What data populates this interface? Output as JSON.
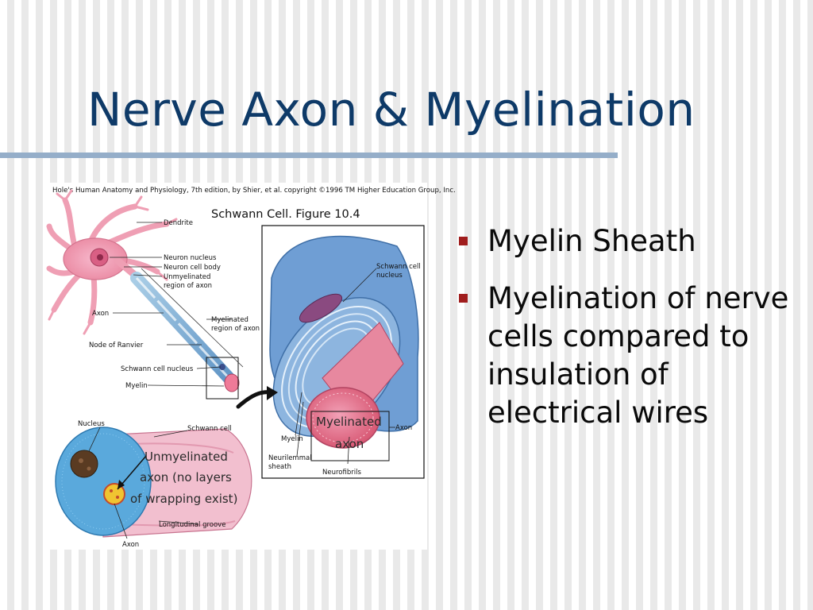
{
  "slide": {
    "title": "Nerve Axon & Myelination"
  },
  "figure": {
    "credit": "Hole's Human Anatomy and Physiology, 7th edition, by Shier, et al. copyright ©1996 TM Higher Education Group, Inc.",
    "heading": "Schwann Cell. Figure 10.4",
    "labels": {
      "dendrite": "Dendrite",
      "neuron_nucleus": "Neuron nucleus",
      "neuron_cell_body": "Neuron cell body",
      "unmyelinated_line1": "Unmyelinated",
      "unmyelinated_line2": "region of axon",
      "axon": "Axon",
      "myelinated_line1": "Myelinated",
      "myelinated_line2": "region of axon",
      "node_of_ranvier": "Node of Ranvier",
      "schwann_cell_nucleus": "Schwann cell nucleus",
      "myelin": "Myelin",
      "zoom_schwann_line1": "Schwann cell",
      "zoom_schwann_line2": "nucleus",
      "zoom_myelin": "Myelin",
      "zoom_axon": "Axon",
      "neurilemmal_line1": "Neurilemmal",
      "neurilemmal_line2": "sheath",
      "neurofibrils": "Neurofibrils",
      "bottom_nucleus": "Nucleus",
      "bottom_schwann_cell": "Schwann cell",
      "longitudinal_groove": "Longitudinal groove",
      "bottom_axon": "Axon"
    },
    "annotations": {
      "myelinated_line1": "Myelinated",
      "myelinated_line2": "axon",
      "unmyelinated_line1": "Unmyelinated",
      "unmyelinated_line2": "axon (no layers",
      "unmyelinated_line3": "of wrapping exist)"
    }
  },
  "bullets": {
    "items": [
      {
        "text": "Myelin Sheath"
      },
      {
        "text": "Myelination of nerve cells compared to insulation of electrical wires"
      }
    ]
  },
  "colors": {
    "title": "#0e3a68",
    "rule": "#95aec9",
    "bullet": "#a01d1d"
  }
}
